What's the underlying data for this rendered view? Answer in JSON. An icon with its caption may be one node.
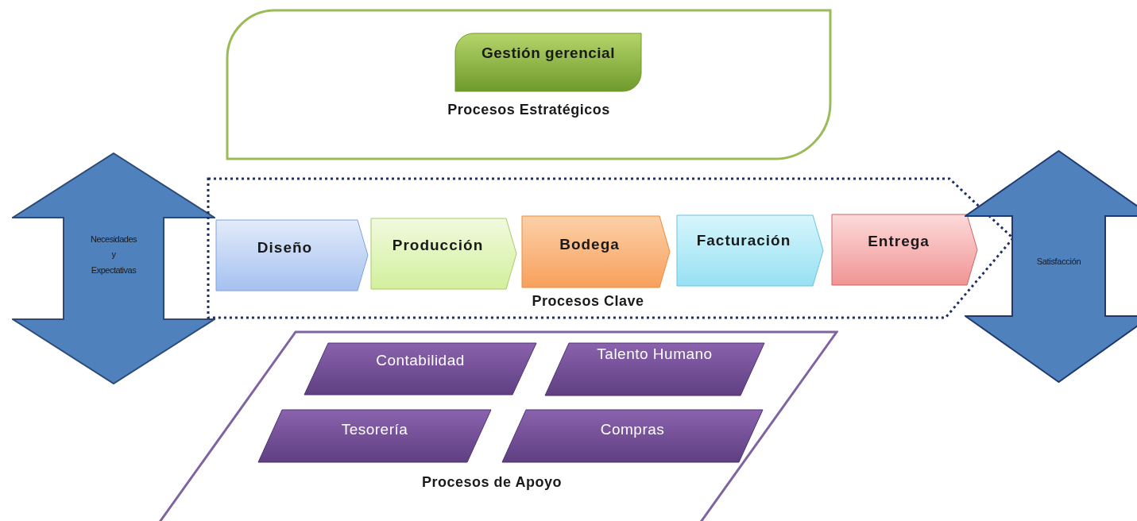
{
  "diagram": {
    "nodes": [
      {
        "text": [
          "Procesos Estratégicos"
        ]
      },
      {
        "text": [
          "Gestión gerencial"
        ],
        "in": 0
      },
      {
        "text": [
          "Necesidades y Expectativas"
        ]
      },
      {
        "text": [
          "Procesos Clave"
        ]
      },
      {
        "text": [
          "Diseño"
        ],
        "in": 3
      },
      {
        "text": [
          "Producción"
        ],
        "in": 3
      },
      {
        "text": [
          "Bodega"
        ],
        "in": 3
      },
      {
        "text": [
          "Facturación"
        ],
        "in": 3
      },
      {
        "text": [
          "Entrega"
        ],
        "in": 3
      },
      {
        "text": [
          "Satisfacción"
        ]
      },
      {
        "text": [
          "Procesos de Apoyo"
        ]
      },
      {
        "text": [
          "Contabilidad"
        ],
        "in": 10
      },
      {
        "text": [
          "Talento Humano"
        ],
        "in": 10
      },
      {
        "text": [
          "Tesorería"
        ],
        "in": 10
      },
      {
        "text": [
          "Compras"
        ],
        "in": 10
      }
    ]
  }
}
